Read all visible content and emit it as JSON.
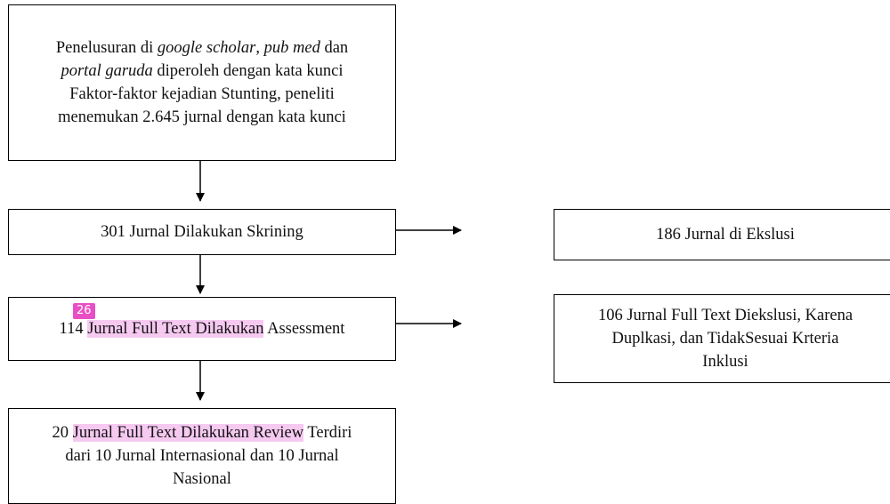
{
  "box1": {
    "t1": "Penelusuran di ",
    "t2": "google scholar",
    "t3": ", ",
    "t4": "pub med",
    "t5": " dan",
    "t6": "portal garuda",
    "t7": " diperoleh dengan kata kunci",
    "t8": "Faktor-faktor kejadian Stunting, peneliti",
    "t9": "menemukan 2.645 jurnal dengan kata kunci"
  },
  "box2": {
    "text": "301 Jurnal Dilakukan Skrining"
  },
  "box3": {
    "pre": "114 ",
    "hl": "Jurnal Full Text Dilakukan",
    "post": " Assessment",
    "badge": "26"
  },
  "box4": {
    "pre": "20 ",
    "hl": "Jurnal Full Text Dilakukan Review",
    "post": " Terdiri",
    "line2": "dari 10 Jurnal Internasional dan 10 Jurnal",
    "line3": "Nasional"
  },
  "box5": {
    "text": "186 Jurnal di Ekslusi"
  },
  "box6": {
    "line1": "106 Jurnal Full Text Diekslusi, Karena",
    "line2": "Duplkasi, dan TidakSesuai Krteria",
    "line3": "Inklusi"
  }
}
